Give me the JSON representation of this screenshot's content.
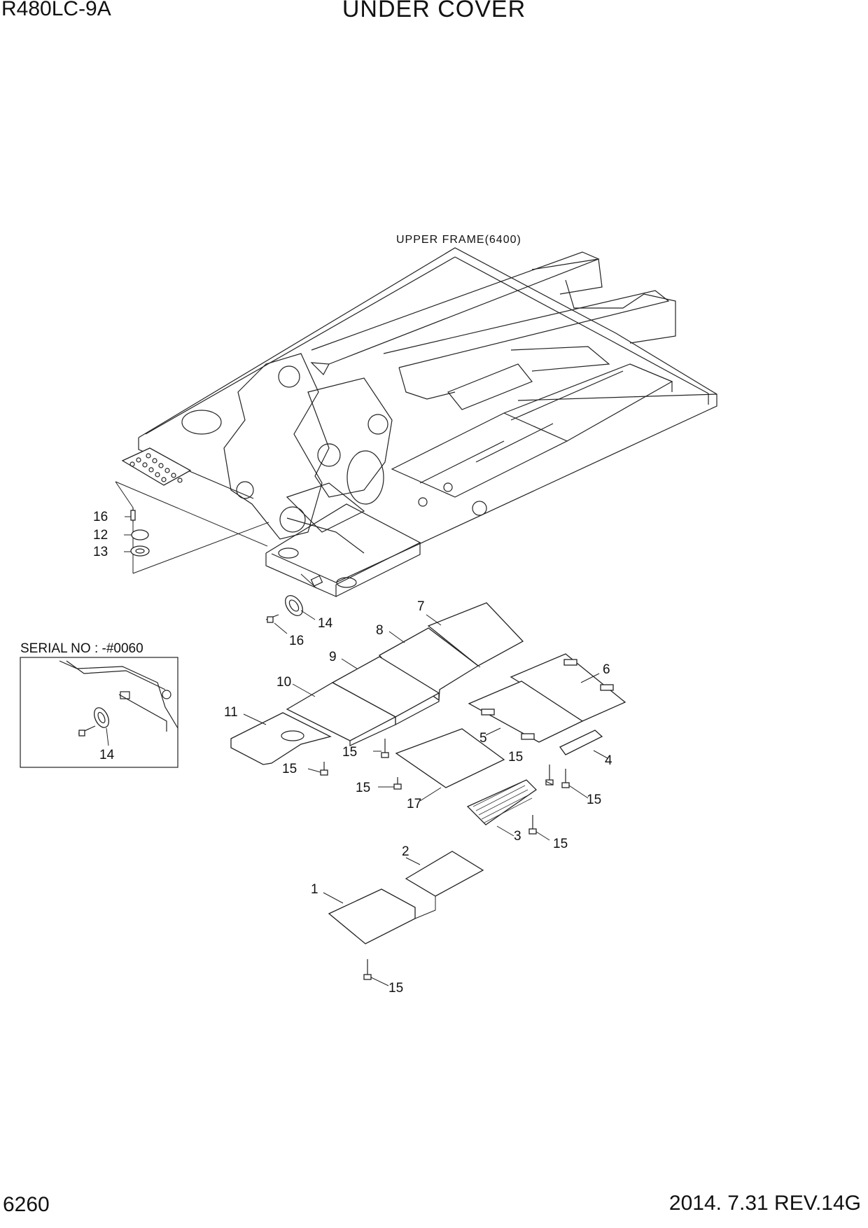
{
  "header": {
    "model": "R480LC-9A",
    "title": "UNDER COVER"
  },
  "footer": {
    "page_number": "6260",
    "revision": "2014. 7.31  REV.14G"
  },
  "diagram": {
    "reference_label": "UPPER FRAME(6400)",
    "inset_label": "SERIAL NO : -#0060",
    "callouts": {
      "c1": "1",
      "c2": "2",
      "c3": "3",
      "c4": "4",
      "c5": "5",
      "c6": "6",
      "c7": "7",
      "c8": "8",
      "c9": "9",
      "c10": "10",
      "c11": "11",
      "c12": "12",
      "c13": "13",
      "c14a": "14",
      "c14b": "14",
      "c15a": "15",
      "c15b": "15",
      "c15c": "15",
      "c15d": "15",
      "c15e": "15",
      "c15f": "15",
      "c15g": "15",
      "c16a": "16",
      "c16b": "16",
      "c17": "17"
    }
  }
}
